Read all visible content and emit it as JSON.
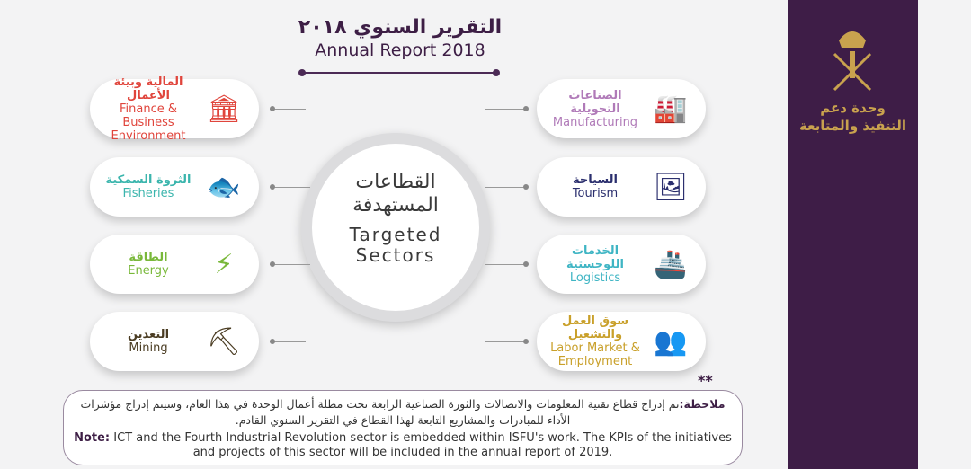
{
  "header": {
    "title_ar": "التقرير السنوي ٢٠١٨",
    "title_en": "Annual Report 2018"
  },
  "center": {
    "title_ar": "القطاعات المستهدفة",
    "title_en": "Targeted Sectors"
  },
  "sectors": [
    {
      "ar": "المالية وبيئة الأعمال",
      "en": "Finance & Business Environment",
      "color": "#e0453c",
      "icon": "finance-icon"
    },
    {
      "ar": "الثروة السمكية",
      "en": "Fisheries",
      "color": "#3bb5ad",
      "icon": "fish-net-icon"
    },
    {
      "ar": "الطاقة",
      "en": "Energy",
      "color": "#79b83a",
      "icon": "energy-icon"
    },
    {
      "ar": "التعدين",
      "en": "Mining",
      "color": "#4a3c22",
      "icon": "excavator-icon"
    },
    {
      "ar": "الصناعات التحويلية",
      "en": "Manufacturing",
      "color": "#b07ab8",
      "icon": "factory-icon"
    },
    {
      "ar": "السياحة",
      "en": "Tourism",
      "color": "#2b2f6e",
      "icon": "photos-icon"
    },
    {
      "ar": "الخدمات اللوجستية",
      "en": "Logistics",
      "color": "#3fb5c4",
      "icon": "ship-icon"
    },
    {
      "ar": "سوق العمل والتشغيل",
      "en": "Labor Market & Employment",
      "color": "#c9a02a",
      "icon": "people-icon"
    }
  ],
  "note": {
    "stars": "**",
    "label_ar": "ملاحظة:",
    "text_ar": "تم إدراج قطاع تقنية المعلومات والاتصالات والثورة الصناعية الرابعة تحت مظلة أعمال الوحدة في هذا العام، وسيتم إدراج مؤشرات الأداء للمبادرات والمشاريع التابعة لهذا القطاع في التقرير السنوي القادم.",
    "label_en": "Note:",
    "text_en": " ICT and the Fourth Industrial Revolution sector is embedded within ISFU's work. The KPIs of the initiatives and projects of this sector will be included in the annual report of 2019."
  },
  "brand": {
    "line1": "وحدة دعم",
    "line2": "التنفيذ والمتابعة"
  }
}
